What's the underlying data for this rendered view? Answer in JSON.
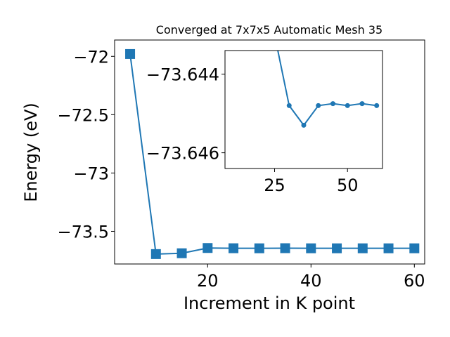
{
  "chart_data": [
    {
      "type": "line",
      "title": "Converged at 7x7x5 Automatic Mesh 35",
      "xlabel": "Increment in K point",
      "ylabel": "Energy (eV)",
      "xlim": [
        2,
        62
      ],
      "ylim": [
        -73.78,
        -71.86
      ],
      "xticks": [
        20,
        40,
        60
      ],
      "yticks": [
        -72.0,
        -72.5,
        -73.0,
        -73.5
      ],
      "grid": false,
      "marker": "square",
      "color": "#1f77b4",
      "x": [
        5,
        10,
        15,
        20,
        25,
        30,
        35,
        40,
        45,
        50,
        55,
        60
      ],
      "y": [
        -71.98,
        -73.695,
        -73.688,
        -73.643,
        -73.645,
        -73.6455,
        -73.6445,
        -73.6455,
        -73.6456,
        -73.6455,
        -73.6456,
        -73.6455
      ]
    },
    {
      "type": "line",
      "role": "inset",
      "xlim": [
        8,
        62
      ],
      "ylim": [
        -73.6464,
        -73.6434
      ],
      "xticks": [
        25,
        50
      ],
      "yticks": [
        -73.646,
        -73.644
      ],
      "grid": false,
      "marker": "circle",
      "color": "#1f77b4",
      "x": [
        25,
        30,
        35,
        40,
        45,
        50,
        55,
        60
      ],
      "y": [
        -73.643,
        -73.6448,
        -73.6453,
        -73.6448,
        -73.64475,
        -73.6448,
        -73.64475,
        -73.6448
      ]
    }
  ]
}
